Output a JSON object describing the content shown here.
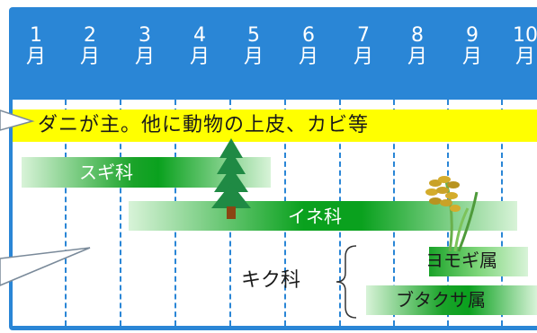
{
  "header": {
    "months": [
      {
        "num": "1",
        "kanji": "月"
      },
      {
        "num": "2",
        "kanji": "月"
      },
      {
        "num": "3",
        "kanji": "月"
      },
      {
        "num": "4",
        "kanji": "月"
      },
      {
        "num": "5",
        "kanji": "月"
      },
      {
        "num": "6",
        "kanji": "月"
      },
      {
        "num": "7",
        "kanji": "月"
      },
      {
        "num": "8",
        "kanji": "月"
      },
      {
        "num": "9",
        "kanji": "月"
      },
      {
        "num": "10",
        "kanji": "月"
      }
    ]
  },
  "mite": {
    "text": "ダニが主。他に動物の上皮、カビ等"
  },
  "pollen": {
    "sugi": "スギ科",
    "ine": "イネ科",
    "kiku": "キク科",
    "yomogi": "ヨモギ属",
    "butakusa": "ブタクサ属"
  },
  "colors": {
    "frame": "#2a86d6",
    "mite_band": "#ffff00",
    "bar_dark": "#0aa11e",
    "bar_light": "#d6f5d3"
  },
  "icons": {
    "tree": "cedar-tree-icon",
    "grass": "rice-grass-icon"
  }
}
